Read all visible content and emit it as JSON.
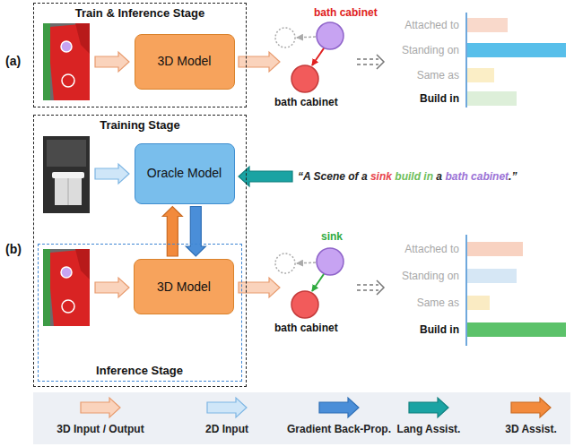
{
  "diagram": {
    "nodes": [
      {
        "text": [
          "Train & Inference Stage"
        ]
      },
      {
        "text": [
          "3D Model"
        ],
        "in": 0
      },
      {
        "text": [
          "Training Stage"
        ]
      },
      {
        "text": [
          "Oracle Model"
        ],
        "in": 2
      },
      {
        "text": [
          "Inference Stage"
        ],
        "in": 2
      },
      {
        "text": [
          "3D Model"
        ],
        "in": 4
      }
    ],
    "edges": [
      {
        "from": 5,
        "to": 3,
        "arrow": "to"
      },
      {
        "from": 3,
        "to": 5,
        "arrow": "to"
      }
    ],
    "labels": [
      "(a)",
      "bath cabinet",
      "bath cabinet",
      "Attached to",
      "Standing on",
      "Same as",
      "Build in",
      "(b)",
      "“A Scene of a",
      "sink",
      "build in",
      "a",
      "bath cabinet",
      ".”",
      "sink",
      "bath cabinet",
      "Attached to",
      "Standing on",
      "Same as",
      "Build in"
    ],
    "legend": [
      {
        "text": "3D Input / Output"
      },
      {
        "text": "2D Input"
      },
      {
        "text": "Gradient Back-Prop."
      },
      {
        "text": "Lang Assist."
      },
      {
        "text": "3D Assist."
      }
    ]
  }
}
